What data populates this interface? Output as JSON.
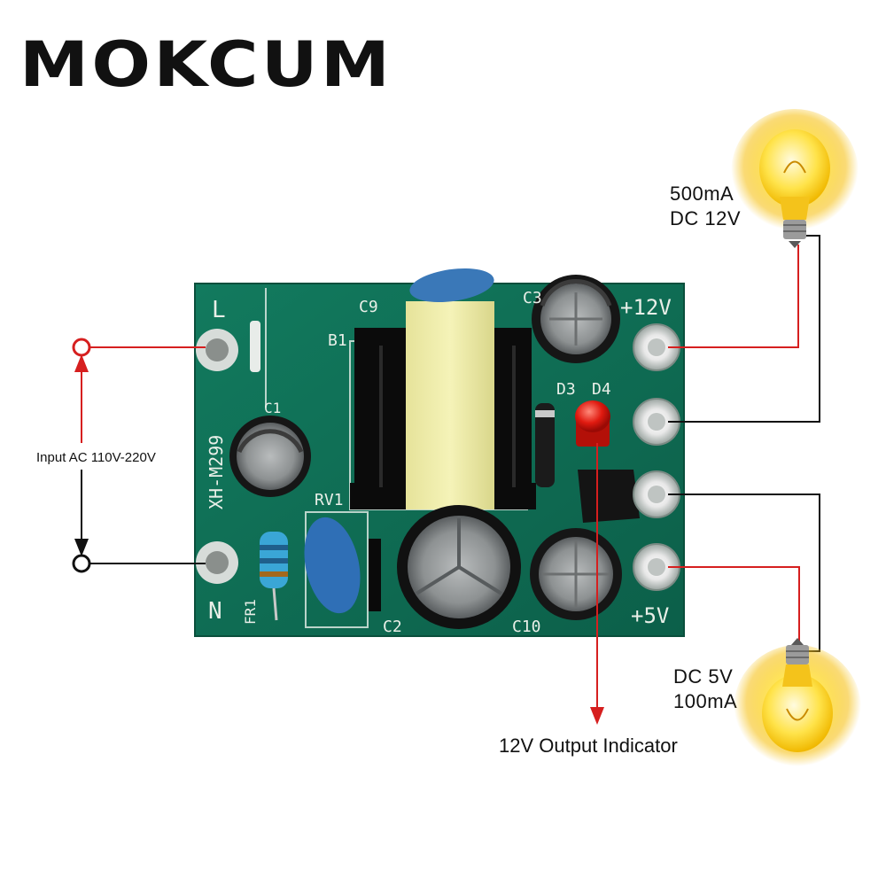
{
  "brand": {
    "name": "MOKCUM"
  },
  "labels": {
    "input": "Input AC 110V-220V",
    "output_12v": {
      "current": "500mA",
      "voltage": "DC 12V"
    },
    "output_5v": {
      "voltage": "DC 5V",
      "current": "100mA"
    },
    "indicator": "12V Output Indicator"
  },
  "board": {
    "model": "XH-M299",
    "silkscreen": {
      "L": "L",
      "N": "N",
      "plus12v": "+12V",
      "plus5v": "+5V",
      "C9": "C9",
      "B1": "B1",
      "C3": "C3",
      "D3": "D3",
      "D4": "D4",
      "C1": "C1",
      "RV1": "RV1",
      "FR1": "FR1",
      "C2": "C2",
      "C10": "C10"
    }
  },
  "colors": {
    "pcb": "#0f6e55",
    "wire_red": "#d61f1f",
    "wire_black": "#111111"
  }
}
